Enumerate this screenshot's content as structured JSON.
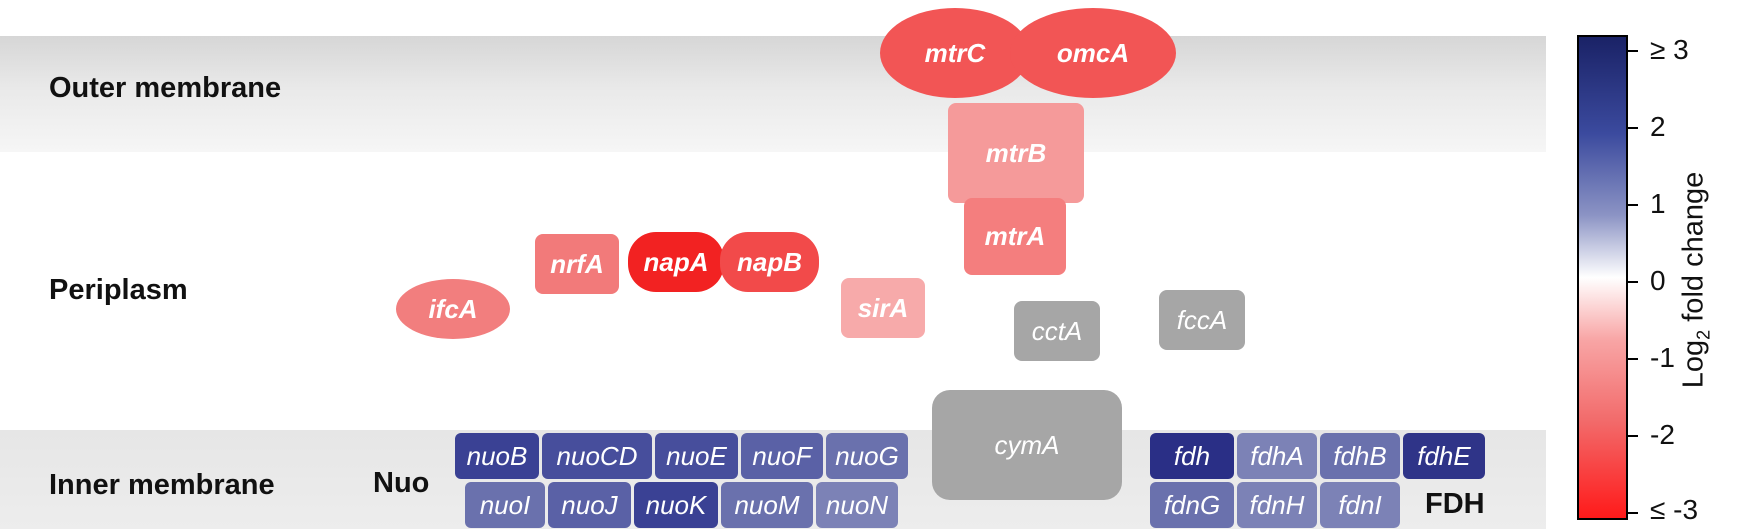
{
  "regions": {
    "outer": "Outer membrane",
    "periplasm": "Periplasm",
    "inner": "Inner membrane"
  },
  "groups": {
    "nuo": "Nuo",
    "fdh": "FDH"
  },
  "nodes": {
    "mtrC": "mtrC",
    "omcA": "omcA",
    "mtrB": "mtrB",
    "mtrA": "mtrA",
    "nrfA": "nrfA",
    "napA": "napA",
    "napB": "napB",
    "ifcA": "ifcA",
    "sirA": "sirA",
    "cctA": "cctA",
    "fccA": "fccA",
    "cymA": "cymA",
    "nuoB": "nuoB",
    "nuoCD": "nuoCD",
    "nuoE": "nuoE",
    "nuoF": "nuoF",
    "nuoG": "nuoG",
    "nuoI": "nuoI",
    "nuoJ": "nuoJ",
    "nuoK": "nuoK",
    "nuoM": "nuoM",
    "nuoN": "nuoN",
    "fdh": "fdh",
    "fdhA": "fdhA",
    "fdhB": "fdhB",
    "fdhE": "fdhE",
    "fdnG": "fdnG",
    "fdnH": "fdnH",
    "fdnI": "fdnI"
  },
  "colors": {
    "mtrC": "#f25555",
    "omcA": "#f25555",
    "mtrB": "#f59a9a",
    "mtrA": "#f47e7e",
    "nrfA": "#f27a7a",
    "napA": "#f22222",
    "napB": "#f24a4a",
    "ifcA": "#f27e7e",
    "sirA": "#f7aaaa",
    "grey": "#a6a6a6",
    "nuoB": "#3a4194",
    "nuoCD": "#474e9c",
    "nuoE": "#474e9c",
    "nuoF": "#5a61a6",
    "nuoG": "#6a71ad",
    "nuoI": "#6a71ad",
    "nuoJ": "#5a61a6",
    "nuoK": "#3a4194",
    "nuoM": "#6a71ad",
    "nuoN": "#7c82b6",
    "fdh": "#2a2f86",
    "fdhA": "#7c82b6",
    "fdhB": "#6a71ad",
    "fdhE": "#2f3488",
    "fdnG": "#6a71ad",
    "fdnH": "#7c82b6",
    "fdnI": "#7c82b6"
  },
  "legend": {
    "title_prefix": "Log",
    "title_sub": "2",
    "title_suffix": " fold change",
    "ticks": [
      "≥ 3",
      "2",
      "1",
      "0",
      "-1",
      "-2",
      "≤ -3"
    ],
    "gradient_colors": [
      "#1a2266",
      "#ffffff",
      "#ff1a1a"
    ]
  }
}
